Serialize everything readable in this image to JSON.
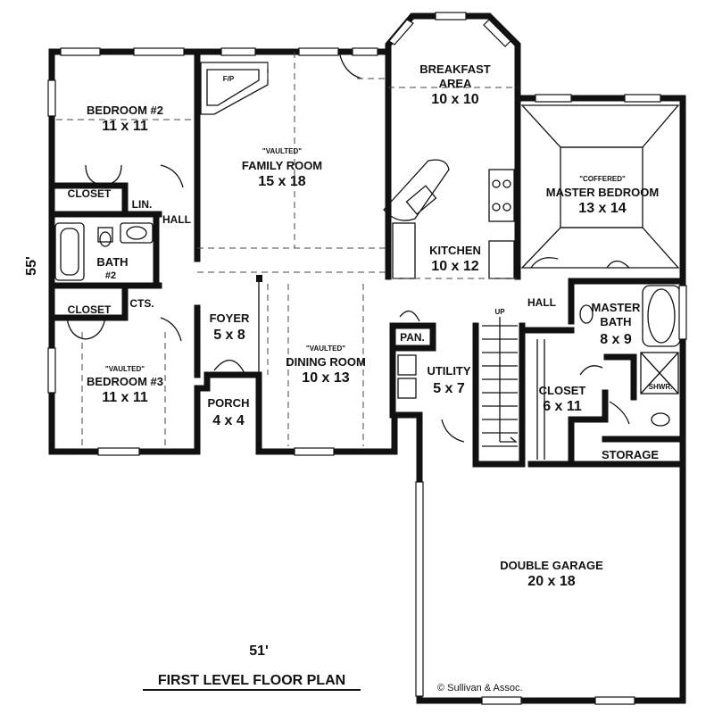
{
  "rooms": {
    "bedroom2": {
      "name": "BEDROOM #2",
      "size": "11 x 11"
    },
    "family": {
      "note": "\"VAULTED\"",
      "name": "FAMILY ROOM",
      "size": "15 x 18"
    },
    "fireplace": "F/P",
    "breakfast": {
      "name1": "BREAKFAST",
      "name2": "AREA",
      "size": "10 x 10"
    },
    "master_bed": {
      "note": "\"COFFERED\"",
      "name": "MASTER BEDROOM",
      "size": "13 x 14"
    },
    "closet1": "CLOSET",
    "lin": "LIN.",
    "hall_left": "HALL",
    "bath2": {
      "name": "BATH",
      "num": "#2"
    },
    "kitchen": {
      "name": "KITCHEN",
      "size": "10 x 12"
    },
    "hall_right": "HALL",
    "up": "UP",
    "closet2": "CLOSET",
    "cts": "CTS.",
    "foyer": {
      "name": "FOYER",
      "size": "5 x 8"
    },
    "master_bath": {
      "name1": "MASTER",
      "name2": "BATH",
      "size": "8 x 9"
    },
    "pan": "PAN.",
    "bedroom3": {
      "note": "\"VAULTED\"",
      "name": "BEDROOM #3",
      "size": "11 x 11"
    },
    "dining": {
      "note": "\"VAULTED\"",
      "name": "DINING ROOM",
      "size": "10 x 13"
    },
    "utility": {
      "name": "UTILITY",
      "size": "5 x 7"
    },
    "closet3": {
      "name": "CLOSET",
      "size": "6 x 11"
    },
    "shwr": "SHWR.",
    "porch": {
      "name": "PORCH",
      "size": "4 x 4"
    },
    "storage": "STORAGE",
    "garage": {
      "name": "DOUBLE GARAGE",
      "size": "20 x 18"
    }
  },
  "dimensions": {
    "width": "51'",
    "depth": "55'"
  },
  "plan_title": "FIRST LEVEL FLOOR PLAN",
  "copyright": "© Sullivan & Assoc."
}
